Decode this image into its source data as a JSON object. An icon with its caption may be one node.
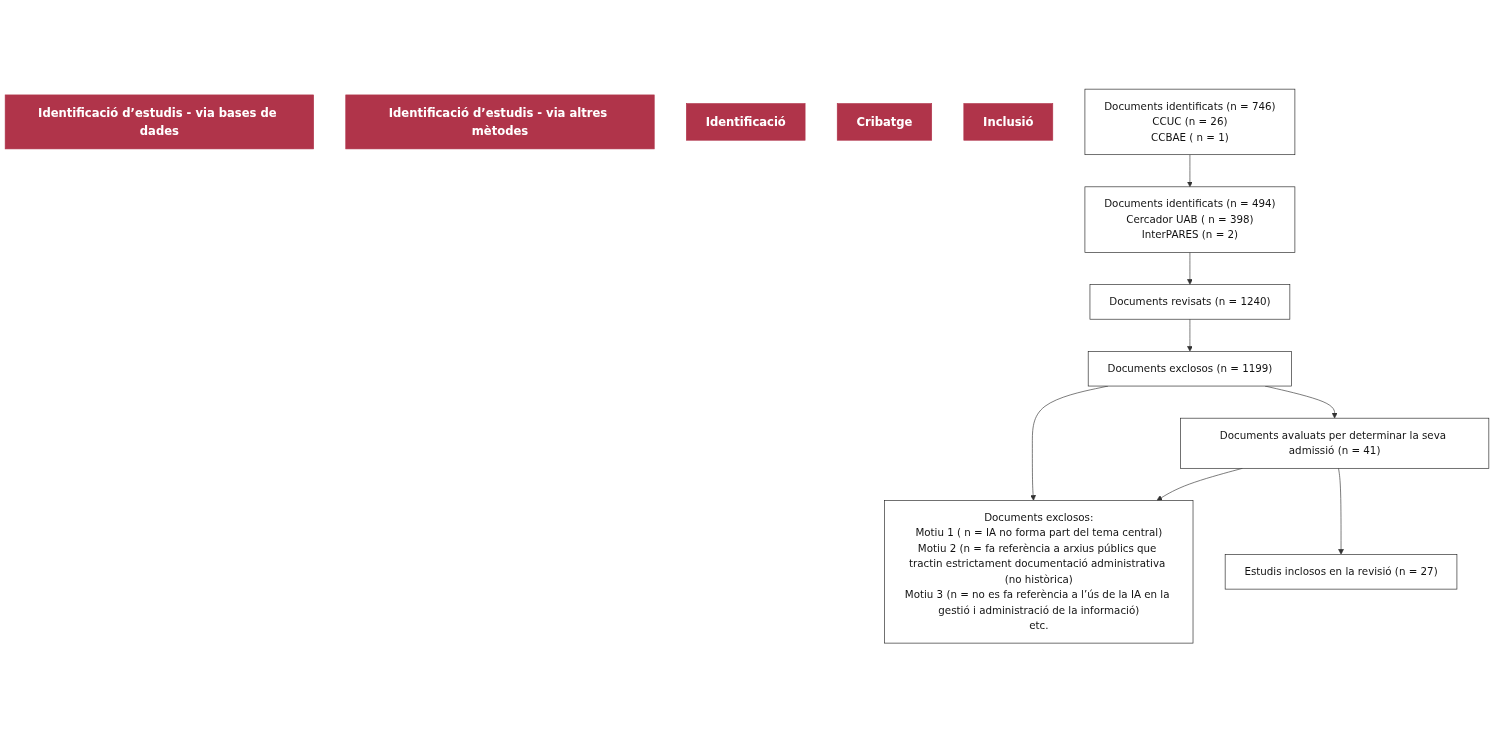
{
  "diagram": {
    "nodes": [
      {
        "text": [
          "Identificació d’estudis - via bases de dades"
        ]
      },
      {
        "text": [
          "Identificació d’estudis - via altres mètodes"
        ]
      },
      {
        "text": [
          "Identificació"
        ]
      },
      {
        "text": [
          "Cribatge"
        ]
      },
      {
        "text": [
          "Inclusió"
        ]
      },
      {
        "text": [
          "Documents identificats (n = 746)",
          "CCUC (n = 26)",
          "CCBAE ( n = 1)"
        ]
      },
      {
        "text": [
          "Documents identificats (n = 494)",
          "Cercador UAB ( n = 398)",
          "InterPARES (n = 2)"
        ]
      },
      {
        "text": [
          "Documents revisats (n = 1240)"
        ]
      },
      {
        "text": [
          "Documents exclosos (n = 1199)"
        ]
      },
      {
        "text": [
          "Documents avaluats per determinar la seva admissió (n = 41)"
        ]
      },
      {
        "text": [
          "Documents exclosos:",
          "Motiu 1 ( n = IA no forma part del tema central)",
          "Motiu 2 (n = fa referència a arxius públics que tractin estrictament documentació administrativa (no històrica)",
          "Motiu 3 (n = no es fa referència a l’ús de la IA en la gestió i administració de la informació)",
          "etc."
        ]
      },
      {
        "text": [
          "Estudis inclosos en la revisió (n = 27)"
        ]
      }
    ],
    "edges": [
      {
        "from": 5,
        "to": 6,
        "arrow": "to"
      },
      {
        "from": 6,
        "to": 7,
        "arrow": "to"
      },
      {
        "from": 7,
        "to": 8,
        "arrow": "to"
      },
      {
        "from": 8,
        "to": 10,
        "arrow": "to"
      },
      {
        "from": 8,
        "to": 9,
        "arrow": "to"
      },
      {
        "from": 9,
        "to": 10,
        "arrow": "to"
      },
      {
        "from": 9,
        "to": 11,
        "arrow": "to"
      }
    ]
  }
}
